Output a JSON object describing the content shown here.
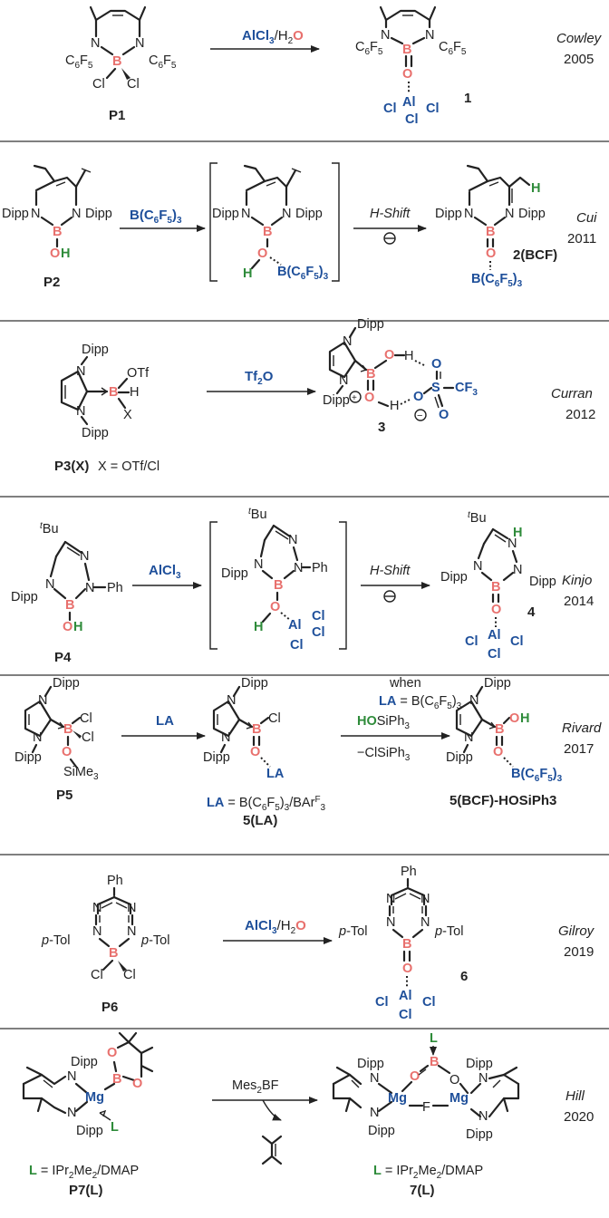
{
  "colors": {
    "boron": "#e8706d",
    "oxygen": "#e8706d",
    "lewis_acid": "#1e4f9a",
    "hydrogen": "#2e8b3a",
    "ink": "#222222"
  },
  "rows": [
    {
      "id": "cowley",
      "author": "Cowley",
      "year": "2005",
      "start_label": "P1",
      "product_label": "1",
      "reagent_prefix": "AlCl",
      "reagent_sub": "3",
      "reagent_mid": "/H",
      "reagent_sub2": "2",
      "reagent_o": "O",
      "substituent": "C6F5"
    },
    {
      "id": "cui",
      "author": "Cui",
      "year": "2011",
      "start_label": "P2",
      "product_label": "2(BCF)",
      "reagent": "B(C6F5)3",
      "step2": "H-Shift",
      "substituent": "Dipp"
    },
    {
      "id": "curran",
      "author": "Curran",
      "year": "2012",
      "start_label": "P3(X)",
      "start_note": "X = OTf/Cl",
      "product_label": "3",
      "reagent": "Tf2O"
    },
    {
      "id": "kinjo",
      "author": "Kinjo",
      "year": "2014",
      "start_label": "P4",
      "product_label": "4",
      "reagent": "AlCl3",
      "step2": "H-Shift"
    },
    {
      "id": "rivard",
      "author": "Rivard",
      "year": "2017",
      "start_label": "P5",
      "intermediate_label": "5(LA)",
      "intermediate_note": "LA = B(C6F5)3/BArF3",
      "product_label": "5(BCF)-HOSiPh3",
      "reagent": "LA",
      "condition_when": "when",
      "condition_la": "LA = B(C6F5)3",
      "reagent2": "HOSiPh3",
      "byproduct": "−ClSiPh3"
    },
    {
      "id": "gilroy",
      "author": "Gilroy",
      "year": "2019",
      "start_label": "P6",
      "product_label": "6",
      "reagent": "AlCl3/H2O"
    },
    {
      "id": "hill",
      "author": "Hill",
      "year": "2020",
      "start_label": "P7(L)",
      "start_note": "L = IPr2Me2/DMAP",
      "product_label": "7(L)",
      "product_note": "L = IPr2Me2/DMAP",
      "reagent": "Mes2BF"
    }
  ]
}
